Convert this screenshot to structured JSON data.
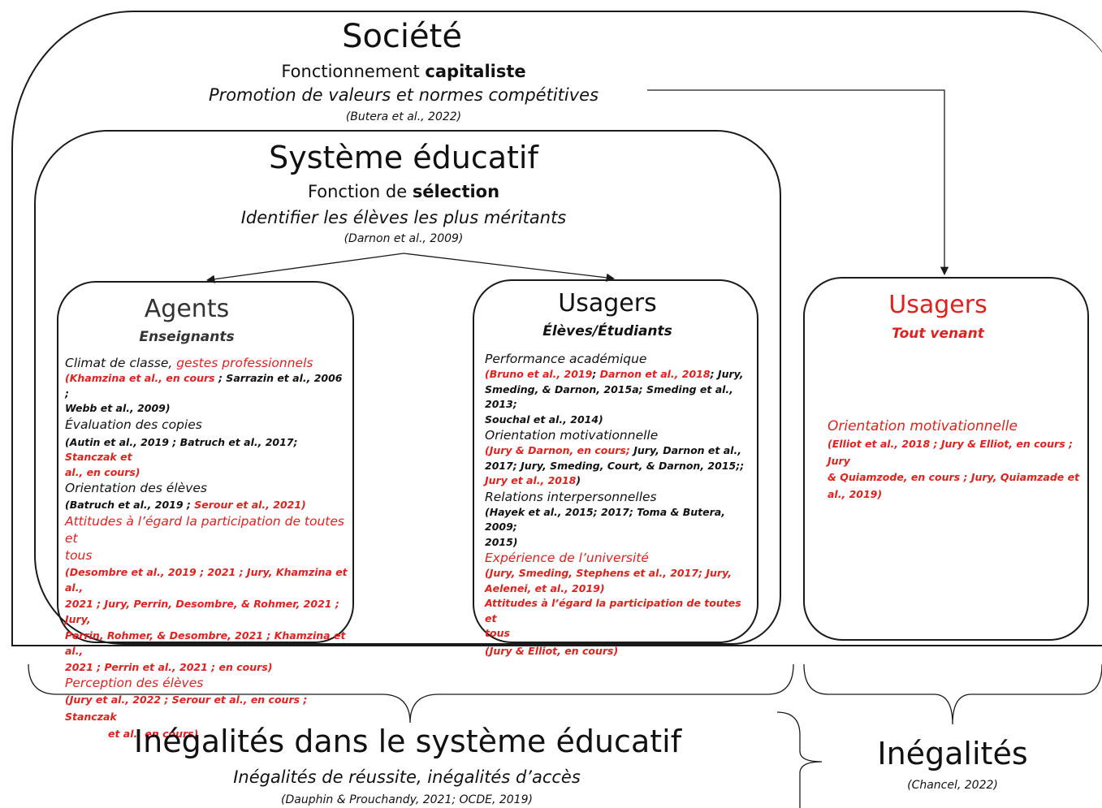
{
  "societe": {
    "title": "Société",
    "subtitle_pre": "Fonctionnement ",
    "subtitle_bold": "capitaliste",
    "tagline": "Promotion de valeurs et normes compétitives",
    "ref": "(Butera et al., 2022)"
  },
  "systeme": {
    "title": "Système éducatif",
    "subtitle_pre": "Fonction de ",
    "subtitle_bold": "sélection",
    "tagline": "Identifier les élèves les plus méritants",
    "ref": "(Darnon et al., 2009)"
  },
  "agents": {
    "title": "Agents",
    "subtitle": "Enseignants",
    "items": {
      "climat_pre": "Climat de classe, ",
      "climat_red": "gestes professionnels",
      "climat_ref_red": "(Khamzina et al., en cours",
      "climat_ref_rest_1": " ; Sarrazin et al., 2006 ;",
      "climat_ref_rest_2": "Webb et al., 2009)",
      "eval": "Évaluation des copies",
      "eval_ref_1": "(Autin et al., 2019 ; Batruch et al., 2017; ",
      "eval_ref_red_1": "Stanczak et",
      "eval_ref_red_2": "al., en cours)",
      "orient": "Orientation des élèves",
      "orient_ref_1": "(Batruch et al., 2019 ; ",
      "orient_ref_red": "Serour et al., 2021)",
      "attitudes_1": "Attitudes à l’égard la participation de toutes et",
      "attitudes_2": "tous",
      "attitudes_ref_1": "(Desombre et al., 2019 ; 2021 ; Jury, Khamzina et al.,",
      "attitudes_ref_2": "2021 ; Jury, Perrin, Desombre, & Rohmer, 2021 ; Jury,",
      "attitudes_ref_3": "Perrin, Rohmer, & Desombre, 2021 ; Khamzina et al.,",
      "attitudes_ref_4": "2021 ; Perrin et al., 2021 ; en cours)",
      "perception": "Perception des élèves",
      "perception_ref_1": "(Jury et al., 2022 ; Serour et al., en cours ; Stanczak",
      "perception_ref_2": "et al., en cours)"
    }
  },
  "usagers_edu": {
    "title": "Usagers",
    "subtitle": "Élèves/Étudiants",
    "items": {
      "perf": "Performance académique",
      "perf_ref_red_1": "(Bruno et al., 2019",
      "perf_ref_sep_1": "; ",
      "perf_ref_red_2": "Darnon et al., 2018",
      "perf_ref_rest_1": "; Jury,",
      "perf_ref_rest_2": "Smeding, & Darnon, 2015a; Smeding et al., 2013;",
      "perf_ref_rest_3": "Souchal et al., 2014)",
      "orient": "Orientation motivationnelle",
      "orient_ref_red_1": "(Jury & Darnon, en cours;",
      "orient_ref_rest_1": " Jury, Darnon et al.,",
      "orient_ref_rest_2": "2017; Jury, Smeding, Court, & Darnon, 2015;;",
      "orient_ref_red_2": "Jury et al., 2018",
      "orient_ref_end": ")",
      "relations": "Relations interpersonnelles",
      "relations_ref_1": "(Hayek et al., 2015; 2017; Toma & Butera, 2009;",
      "relations_ref_2": "2015)",
      "experience": "Expérience de l’université",
      "experience_ref_1": "(Jury, Smeding, Stephens et al., 2017; Jury,",
      "experience_ref_2": "Aelenei, et al., 2019)",
      "attitudes_1": "Attitudes à l’égard la participation de toutes et",
      "attitudes_2": "tous",
      "attitudes_ref": "(Jury & Elliot, en cours)"
    }
  },
  "usagers_tv": {
    "title": "Usagers",
    "subtitle": "Tout venant",
    "item": "Orientation motivationnelle",
    "ref_1": "(Elliot et al., 2018 ; Jury & Elliot, en cours ;  Jury",
    "ref_2": "& Quiamzode, en cours ; Jury, Quiamzade et",
    "ref_3": "al., 2019)"
  },
  "bottom_left": {
    "title": "Inégalités dans le système éducatif",
    "subtitle": "Inégalités de réussite, inégalités d’accès",
    "ref": "(Dauphin & Prouchandy, 2021; OCDE, 2019)"
  },
  "bottom_right": {
    "title": "Inégalités",
    "ref": "(Chancel, 2022)"
  },
  "colors": {
    "accent_red": "#e0211d",
    "stroke": "#1a1a1a"
  }
}
